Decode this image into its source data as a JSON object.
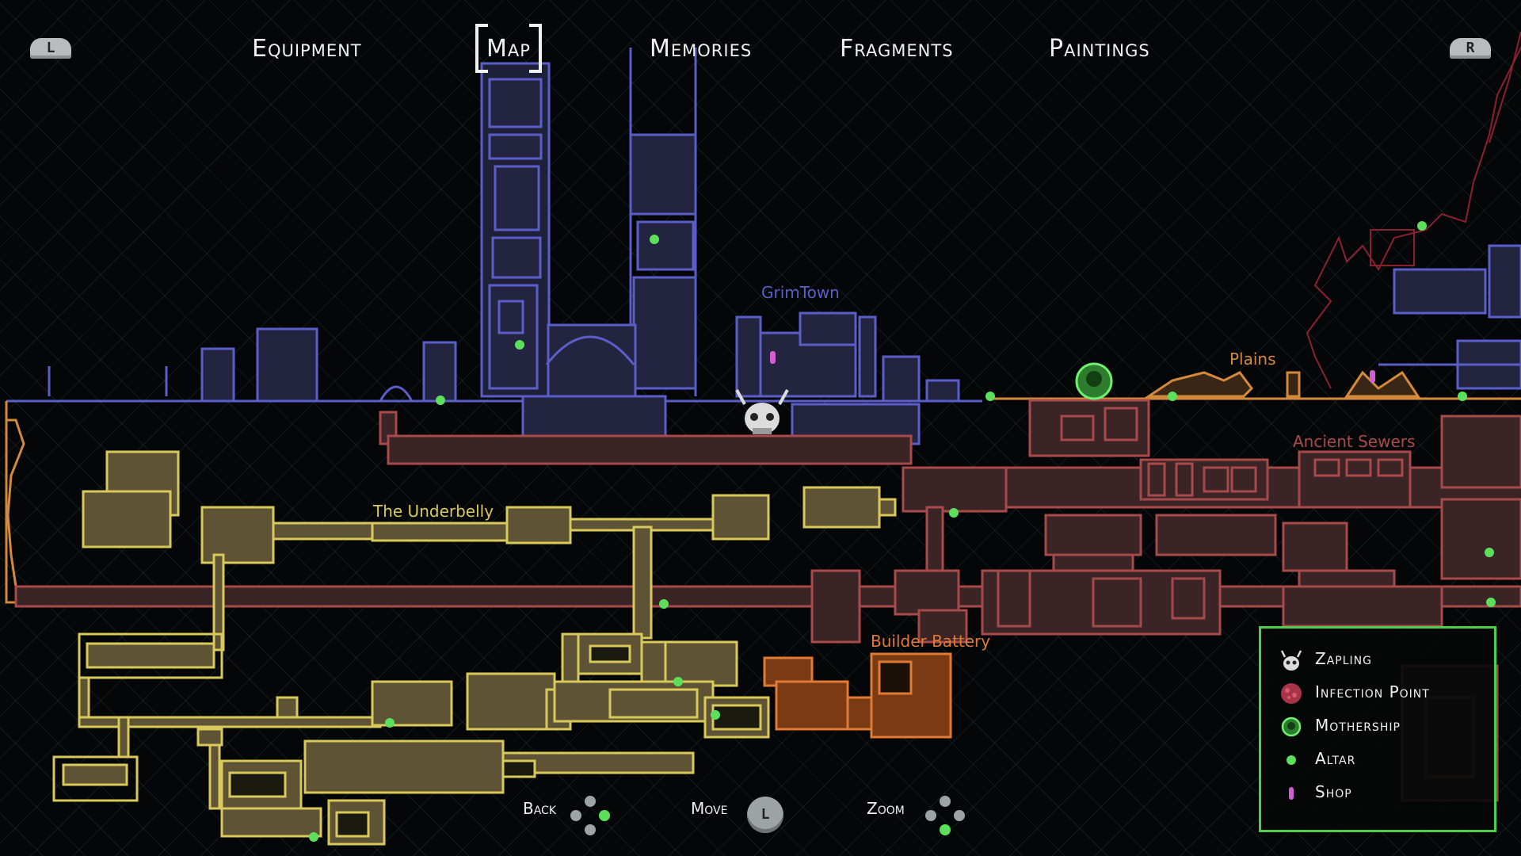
{
  "nav": {
    "left_shoulder": "L",
    "right_shoulder": "R",
    "tabs": [
      "Equipment",
      "Map",
      "Memories",
      "Fragments",
      "Paintings"
    ],
    "active_tab": "Map"
  },
  "map": {
    "areas": {
      "grimtown": "GrimTown",
      "plains": "Plains",
      "ancient_sewers": "Ancient Sewers",
      "underbelly": "The Underbelly",
      "builder_battery": "Builder Battery"
    },
    "colors": {
      "grimtown": "#5a5fc8",
      "plains": "#d38a3c",
      "sewers": "#a84a4a",
      "underbelly": "#d8c95a",
      "builder": "#e07a34",
      "altar": "#5ce05c",
      "shop": "#d060d0"
    }
  },
  "legend": {
    "items": [
      {
        "label": "Zapling",
        "icon": "zapling-icon"
      },
      {
        "label": "Infection Point",
        "icon": "infection-point-icon"
      },
      {
        "label": "Mothership",
        "icon": "mothership-icon"
      },
      {
        "label": "Altar",
        "icon": "altar-icon"
      },
      {
        "label": "Shop",
        "icon": "shop-icon"
      }
    ],
    "border_color": "#4cd04c"
  },
  "hints": {
    "back": "Back",
    "move": "Move",
    "zoom": "Zoom",
    "stick_label": "L"
  }
}
